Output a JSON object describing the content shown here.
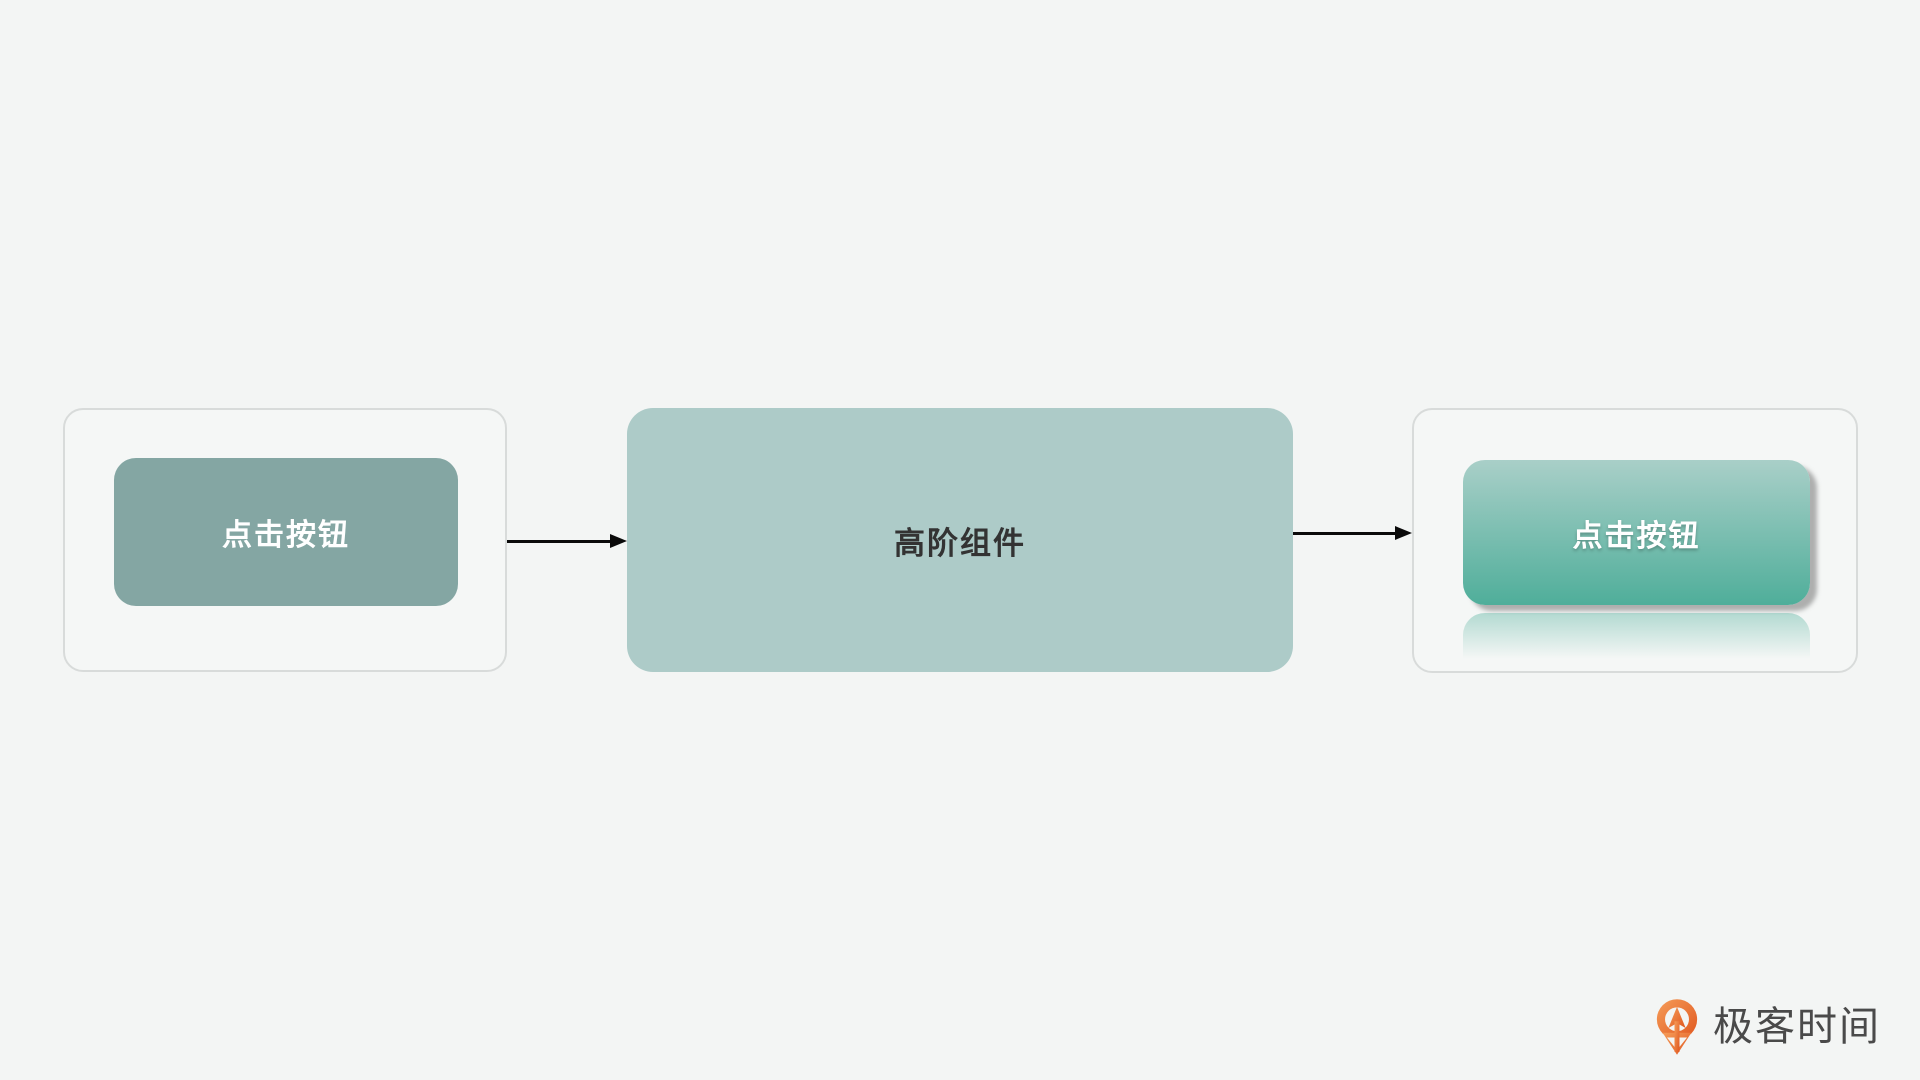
{
  "theme": {
    "bg": "#f3f5f4",
    "panel-fill": "#f5f7f6",
    "panel-border": "#d8dbda",
    "source-button-fill": "#84a6a3",
    "button-text": "#ffffff",
    "hoc-fill": "#adcbc8",
    "hoc-text": "#333333",
    "enhanced-top": "#a9cfc8",
    "enhanced-bottom": "#4fae9a",
    "arrow": "#0a0a0a",
    "logo-orange-light": "#f59c58",
    "logo-orange-dark": "#e0571f",
    "logo-text-color": "#4a4a4a"
  },
  "diagram": {
    "source_button": {
      "label": "点击按钮"
    },
    "hoc_node": {
      "label": "高阶组件"
    },
    "enhanced_button": {
      "label": "点击按钮"
    }
  },
  "branding": {
    "logo_text": "极客时间"
  }
}
